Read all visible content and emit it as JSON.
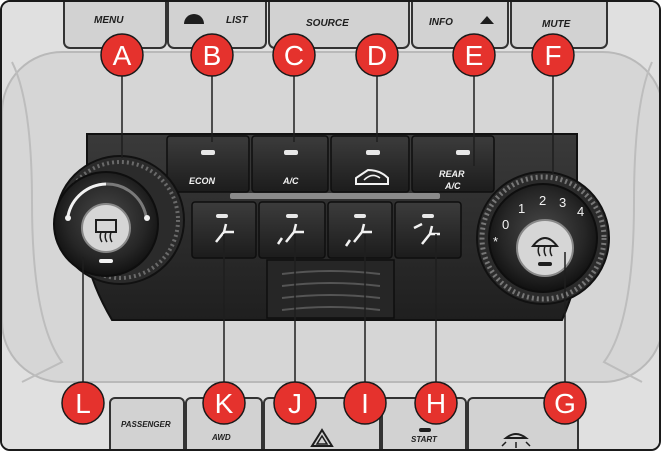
{
  "top_buttons": {
    "menu": "MENU",
    "list": "LIST",
    "source": "SOURCE",
    "info": "INFO",
    "mute": "MUTE"
  },
  "panel_buttons": {
    "econ": "ECON",
    "ac": "A/C",
    "rear_ac_line1": "REAR",
    "rear_ac_line2": "A/C"
  },
  "fan_scale": {
    "min": "0",
    "levels": [
      "1",
      "2",
      "3",
      "4"
    ],
    "auto": "*"
  },
  "bottom_buttons": {
    "passenger": "PASSENGER",
    "awd": "AWD",
    "start": "START"
  },
  "callouts": {
    "A": "A",
    "B": "B",
    "C": "C",
    "D": "D",
    "E": "E",
    "F": "F",
    "G": "G",
    "H": "H",
    "I": "I",
    "J": "J",
    "K": "K",
    "L": "L"
  },
  "colors": {
    "callout_red": "#e5322d",
    "panel_black": "#222222",
    "bezel_grey": "#d4d4d4"
  },
  "icons": {
    "recirc_button": "recirculation-icon",
    "temperature_knob": "rear-defrost-icon",
    "fan_knob": "front-defrost-icon"
  }
}
